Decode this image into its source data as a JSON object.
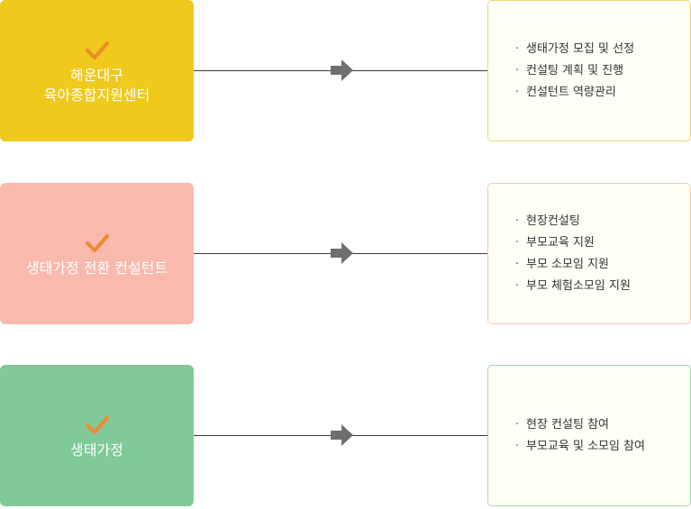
{
  "rows": [
    {
      "title": "해운대구\n육아종합지원센터",
      "items": [
        "생태가정 모집 및 선정",
        "컨설팅 계획 및 진행",
        "컨설턴트 역량관리"
      ]
    },
    {
      "title": "생태가정 전환 컨설턴트",
      "items": [
        "현장컨설팅",
        "부모교육 지원",
        "부모 소모임 지원",
        "부모 체험소모임 지원"
      ]
    },
    {
      "title": "생태가정",
      "items": [
        "현장 컨설팅 참여",
        "부모교육 및 소모임 참여"
      ]
    }
  ],
  "colors": {
    "row1_fill": "#efc91c",
    "row2_fill": "#f9b9ac",
    "row3_fill": "#80c999",
    "check": "#f08a2c",
    "arrow": "#6f6f6f"
  },
  "icons": {
    "check": "checkmark-icon",
    "arrow": "right-arrow-icon"
  }
}
